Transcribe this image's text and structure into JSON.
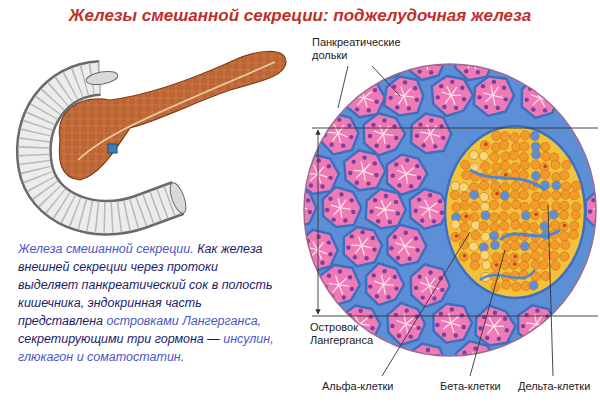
{
  "diagram": {
    "title": "Железы смешанной секреции: поджелудочная железа",
    "labels": [
      "Панкреатические дольки",
      "Островок Лангерганса",
      "Альфа-клетки",
      "Бета-клетки",
      "Дельта-клетки",
      "Железа смешанной секреции.",
      "Как железа внешней секреции через протоки выделяет панкреатический сок в полость кишечника, эндокринная часть представлена",
      "островками Лангерганса,",
      "секретирующими три гормона —",
      "инсулин, глюкагон и соматостатин."
    ]
  }
}
